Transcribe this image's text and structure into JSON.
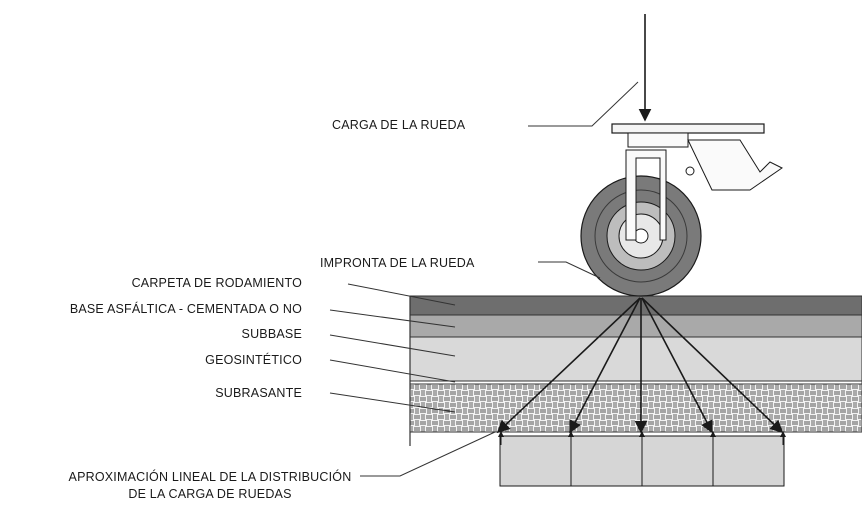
{
  "labels": {
    "wheel_load": "CARGA DE LA RUEDA",
    "wheel_imprint": "IMPRONTA DE LA RUEDA",
    "wearing_course": "CARPETA DE RODAMIENTO",
    "asphalt_base": "BASE ASFÁLTICA - CEMENTADA O NO",
    "subbase": "SUBBASE",
    "geosynthetic": "GEOSINTÉTICO",
    "subgrade": "SUBRASANTE",
    "linear_approx_line1": "APROXIMACIÓN LINEAL DE LA DISTRIBUCIÓN",
    "linear_approx_line2": "DE LA CARGA DE RUEDAS"
  },
  "colors": {
    "wearing_course": "#6e6e6e",
    "asphalt_base": "#a9a9a9",
    "subbase": "#d9d9d9",
    "tire": "#7a7a7a",
    "stroke": "#1a1a1a"
  }
}
